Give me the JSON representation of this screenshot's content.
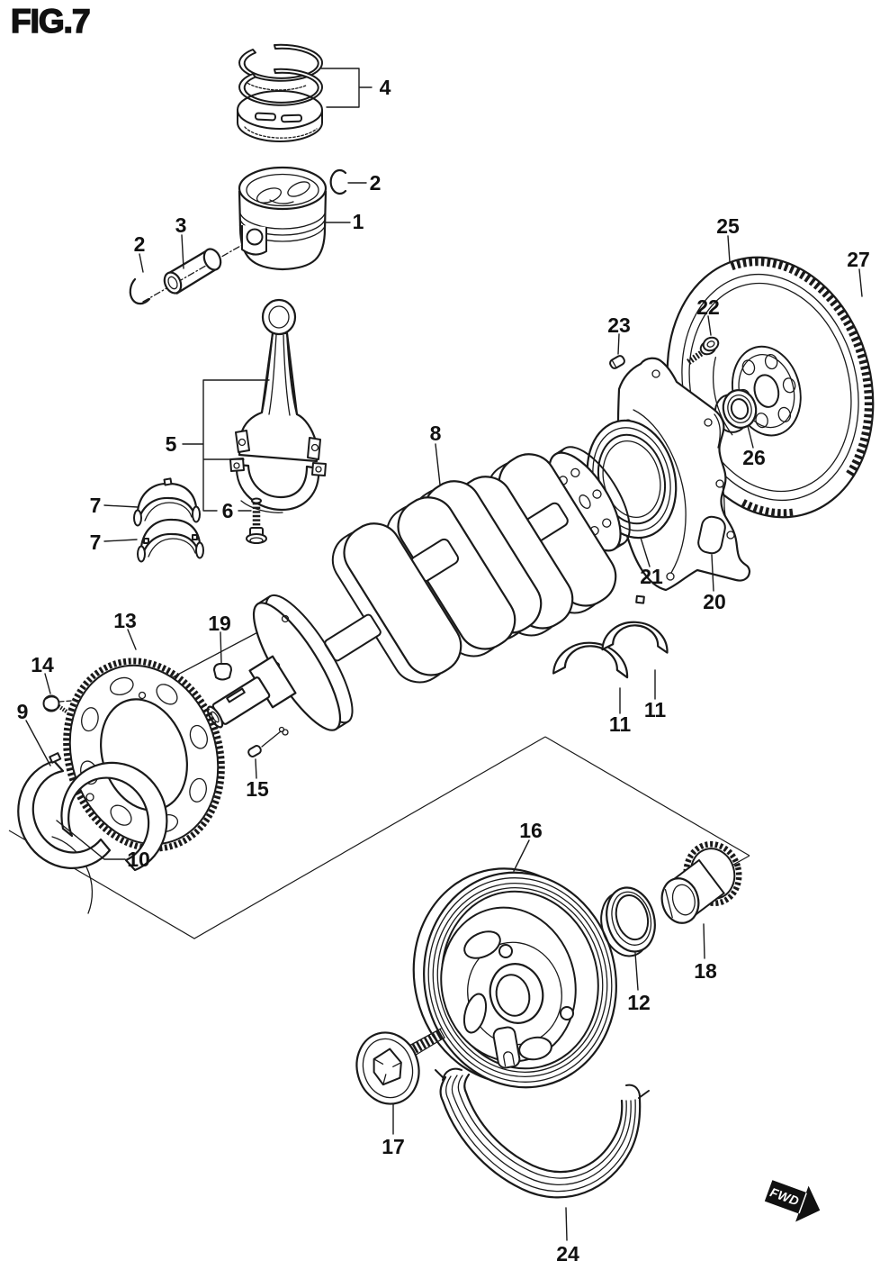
{
  "figure": {
    "title": "FIG.7"
  },
  "direction_badge": {
    "label": "FWD"
  },
  "colors": {
    "ink": "#1a1a1a",
    "background": "#ffffff"
  },
  "callouts": [
    {
      "num": "4"
    },
    {
      "num": "2"
    },
    {
      "num": "1"
    },
    {
      "num": "3"
    },
    {
      "num": "2"
    },
    {
      "num": "5"
    },
    {
      "num": "6"
    },
    {
      "num": "7"
    },
    {
      "num": "7"
    },
    {
      "num": "8"
    },
    {
      "num": "25"
    },
    {
      "num": "27"
    },
    {
      "num": "22"
    },
    {
      "num": "23"
    },
    {
      "num": "26"
    },
    {
      "num": "21"
    },
    {
      "num": "20"
    },
    {
      "num": "13"
    },
    {
      "num": "19"
    },
    {
      "num": "14"
    },
    {
      "num": "9"
    },
    {
      "num": "11"
    },
    {
      "num": "11"
    },
    {
      "num": "15"
    },
    {
      "num": "10"
    },
    {
      "num": "16"
    },
    {
      "num": "18"
    },
    {
      "num": "12"
    },
    {
      "num": "17"
    },
    {
      "num": "24"
    }
  ]
}
